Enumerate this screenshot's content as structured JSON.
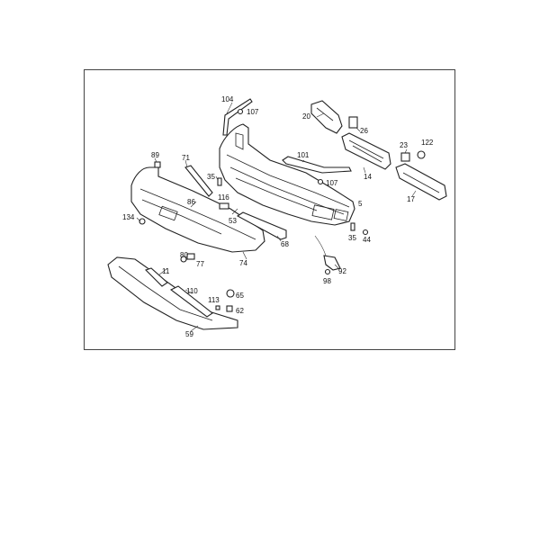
{
  "diagram": {
    "callouts": {
      "c104": "104",
      "c107a": "107",
      "c20": "20",
      "c26": "26",
      "c23": "23",
      "c122": "122",
      "c89": "89",
      "c71": "71",
      "c101": "101",
      "c14": "14",
      "c17": "17",
      "c35a": "35",
      "c107b": "107",
      "c116": "116",
      "c86": "86",
      "c5": "5",
      "c134": "134",
      "c53": "53",
      "c35b": "35",
      "c44": "44",
      "c68": "68",
      "c80": "80",
      "c77": "77",
      "c74": "74",
      "c92": "92",
      "c11": "11",
      "c98": "98",
      "c65": "65",
      "c110": "110",
      "c113": "113",
      "c62": "62",
      "c59": "59"
    }
  }
}
